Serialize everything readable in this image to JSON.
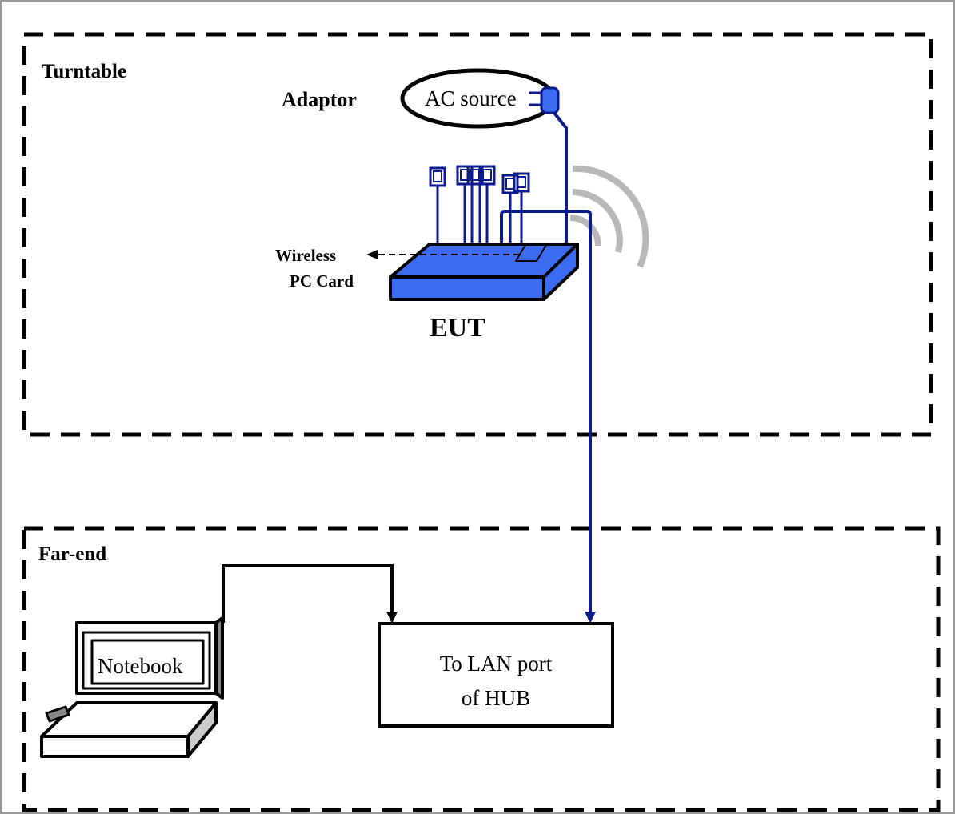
{
  "diagram": {
    "turntable_label": "Turntable",
    "adaptor_label": "Adaptor",
    "ac_source_label": "AC source",
    "wireless_label_line1": "Wireless",
    "wireless_label_line2": "PC Card",
    "eut_label": "EUT",
    "farend_label": "Far-end",
    "notebook_label": "Notebook",
    "hub_label_line1": "To LAN port",
    "hub_label_line2": "of HUB"
  },
  "colors": {
    "cable_blue": "#0d1a8c",
    "device_blue": "#3b6cf2",
    "signal_gray": "#b8b8b8",
    "frame_gray": "#9a9a9a"
  }
}
